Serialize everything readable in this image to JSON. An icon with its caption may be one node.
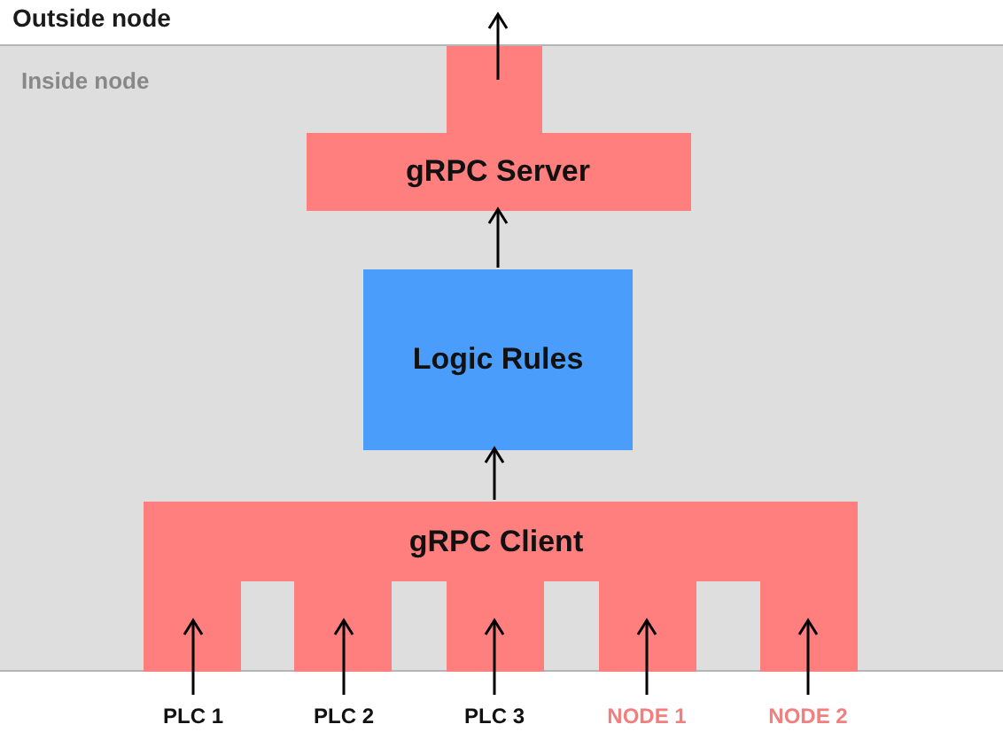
{
  "diagram": {
    "nodes": [
      {
        "text": [
          "Outside node"
        ]
      },
      {
        "text": [
          "Inside node"
        ]
      },
      {
        "text": [
          "gRPC Server"
        ],
        "in": 1
      },
      {
        "text": [
          "Logic Rules"
        ],
        "in": 1
      },
      {
        "text": [
          "gRPC Client"
        ],
        "in": 1
      },
      {
        "text": [
          "PLC 1"
        ]
      },
      {
        "text": [
          "PLC 2"
        ]
      },
      {
        "text": [
          "PLC 3"
        ]
      },
      {
        "text": [
          "NODE 1"
        ]
      },
      {
        "text": [
          "NODE 2"
        ]
      }
    ],
    "edges": [
      {
        "from": 4,
        "to": 3,
        "arrow": "to"
      },
      {
        "from": 3,
        "to": 2,
        "arrow": "to"
      },
      {
        "from": 2,
        "to": null,
        "arrow": "to"
      },
      {
        "from": 5,
        "to": 4,
        "arrow": "to"
      },
      {
        "from": 6,
        "to": 4,
        "arrow": "to"
      },
      {
        "from": 7,
        "to": 4,
        "arrow": "to"
      },
      {
        "from": 8,
        "to": 4,
        "arrow": "to"
      },
      {
        "from": 9,
        "to": 4,
        "arrow": "to"
      }
    ]
  }
}
